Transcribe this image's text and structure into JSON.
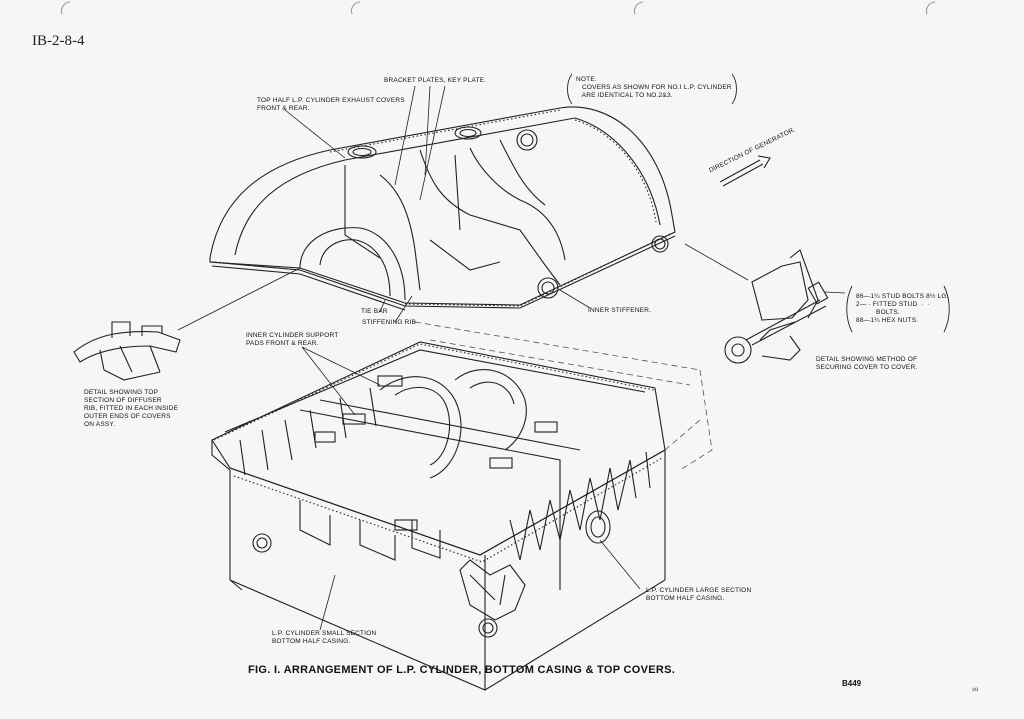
{
  "document": {
    "code": "IB-2-8-4",
    "figure_caption": "FIG. I. ARRANGEMENT OF L.P. CYLINDER, BOTTOM CASING & TOP COVERS.",
    "sheet_number": "B449",
    "corner_mark": "∞"
  },
  "labels": {
    "bracket_plates": "BRACKET PLATES, KEY PLATE.",
    "top_covers": "TOP HALF L.P. CYLINDER EXHAUST COVERS\nFRONT & REAR.",
    "note": "NOTE.\n   COVERS AS SHOWN FOR NO.I L.P. CYLINDER\n   ARE IDENTICAL TO NO.2&3.",
    "direction": "DIRECTION OF GENERATOR.",
    "tie_bar": "TIE BAR",
    "stiffening_rib": "STIFFENING RIB",
    "inner_stiffener": "INNER STIFFENER.",
    "bolts": "86—1¼ STUD BOLTS 8½ LG.\n2— · FITTED STUD  ·  ·\n          BOLTS.\n88—1¼ HEX NUTS.",
    "detail_securing": "DETAIL SHOWING METHOD OF\nSECURING COVER TO COVER.",
    "support_pads": "INNER CYLINDER SUPPORT\nPADS FRONT & REAR.",
    "detail_diffuser": "DETAIL SHOWING TOP\nSECTION OF DIFFUSER\nRIB, FITTED IN EACH INSIDE\nOUTER ENDS OF COVERS\nON ASSY.",
    "large_section": "L.P. CYLINDER LARGE SECTION\nBOTTOM HALF CASING.",
    "small_section": "L.P. CYLINDER SMALL SECTION\nBOTTOM HALF CASING."
  }
}
